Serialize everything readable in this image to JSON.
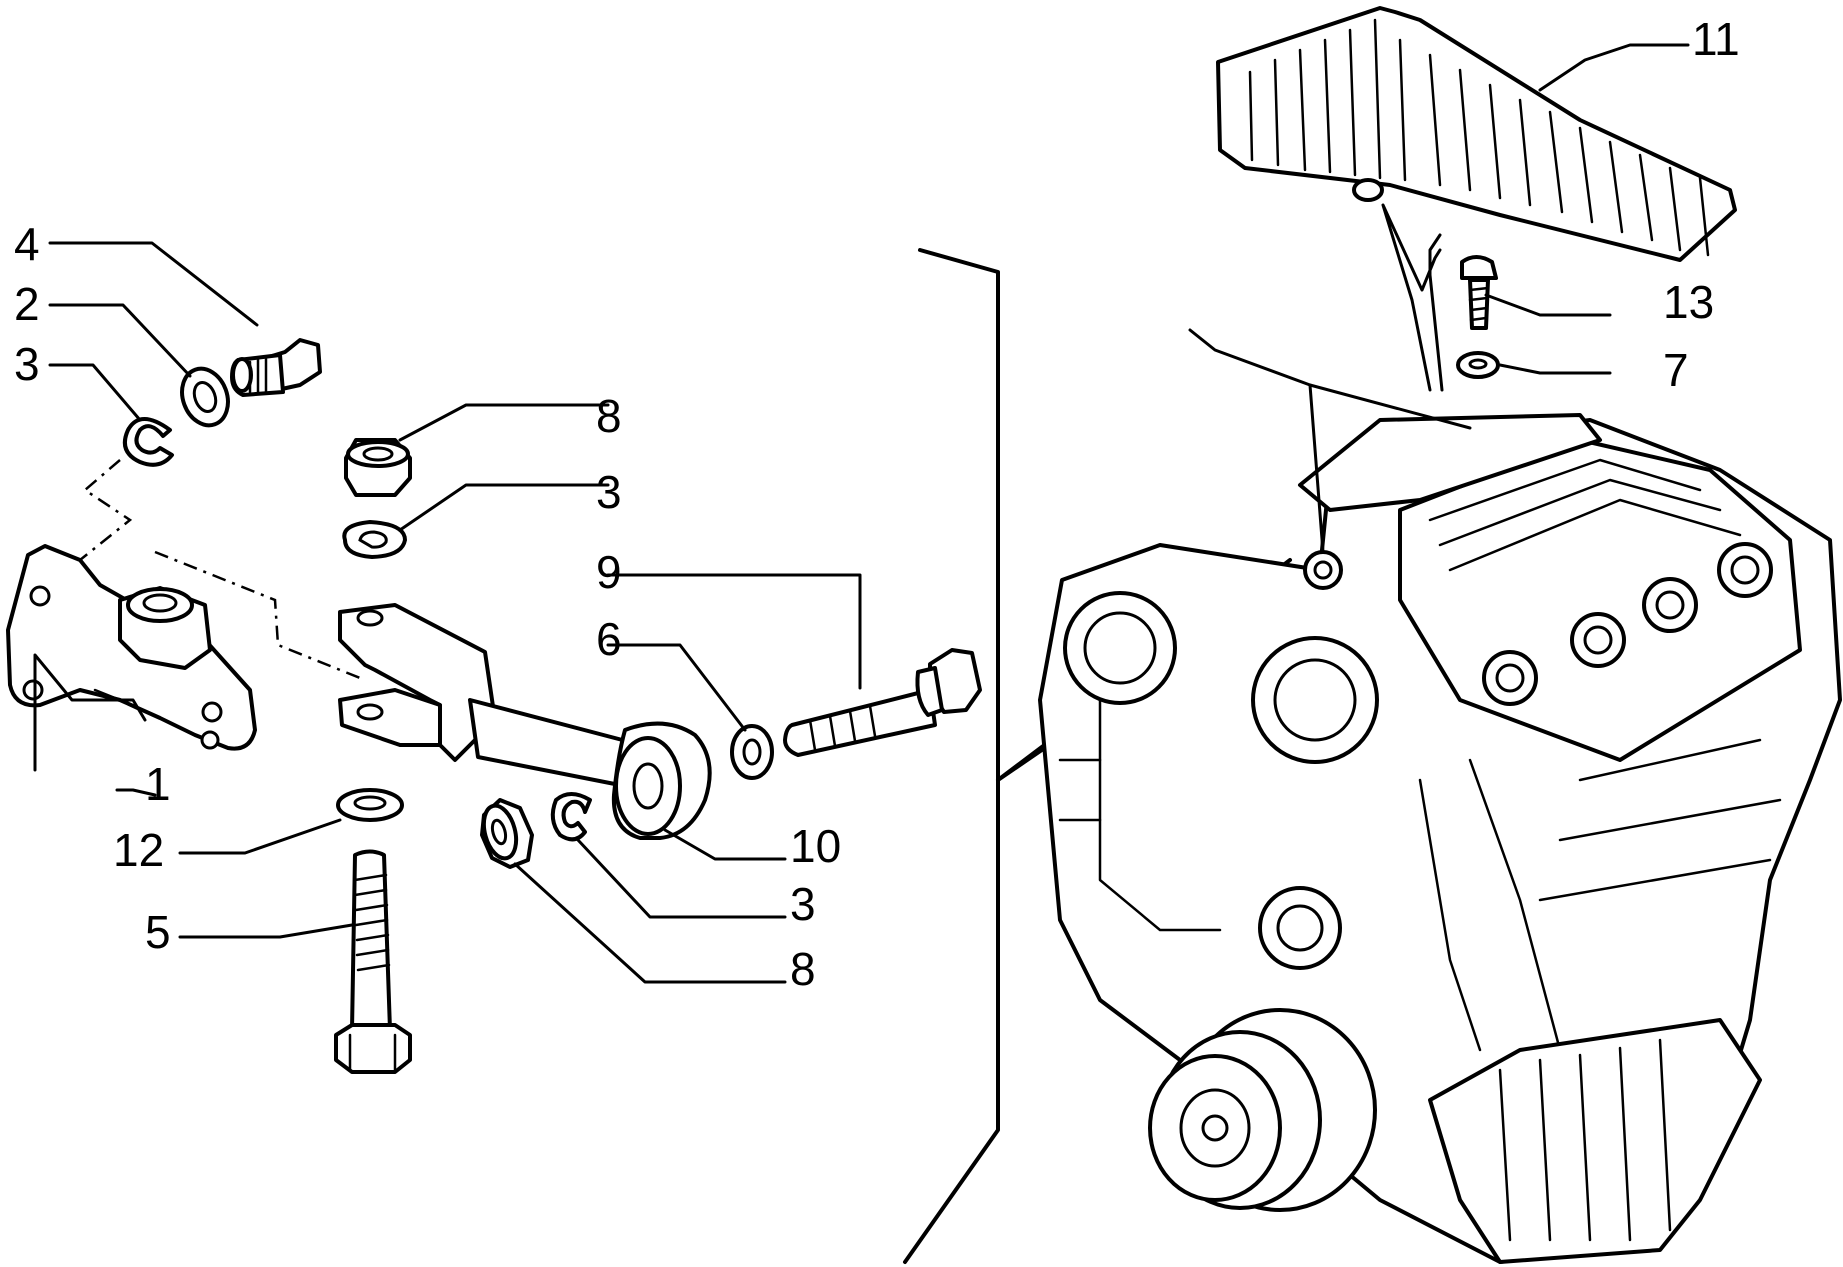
{
  "callouts": [
    {
      "id": "c1",
      "label": "1"
    },
    {
      "id": "c2",
      "label": "2"
    },
    {
      "id": "c3a",
      "label": "3"
    },
    {
      "id": "c3b",
      "label": "3"
    },
    {
      "id": "c3c",
      "label": "3"
    },
    {
      "id": "c4",
      "label": "4"
    },
    {
      "id": "c5",
      "label": "5"
    },
    {
      "id": "c6",
      "label": "6"
    },
    {
      "id": "c7",
      "label": "7"
    },
    {
      "id": "c8a",
      "label": "8"
    },
    {
      "id": "c8b",
      "label": "8"
    },
    {
      "id": "c9",
      "label": "9"
    },
    {
      "id": "c10",
      "label": "10"
    },
    {
      "id": "c11",
      "label": "11"
    },
    {
      "id": "c12",
      "label": "12"
    },
    {
      "id": "c13",
      "label": "13"
    }
  ]
}
